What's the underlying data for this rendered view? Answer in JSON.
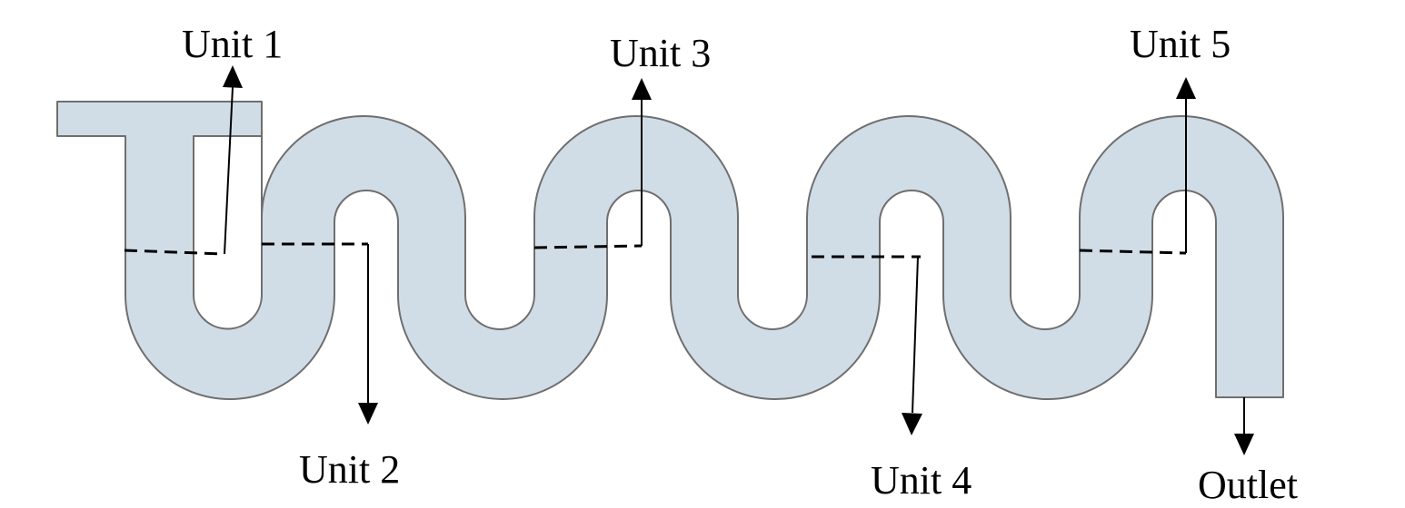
{
  "labels": {
    "unit1": "Unit 1",
    "unit2": "Unit 2",
    "unit3": "Unit 3",
    "unit4": "Unit 4",
    "unit5": "Unit 5",
    "outlet": "Outlet"
  },
  "colors": {
    "channel_fill": "#d1dde6",
    "channel_stroke": "#6f6f6f",
    "line": "#000000",
    "background": "#ffffff"
  }
}
